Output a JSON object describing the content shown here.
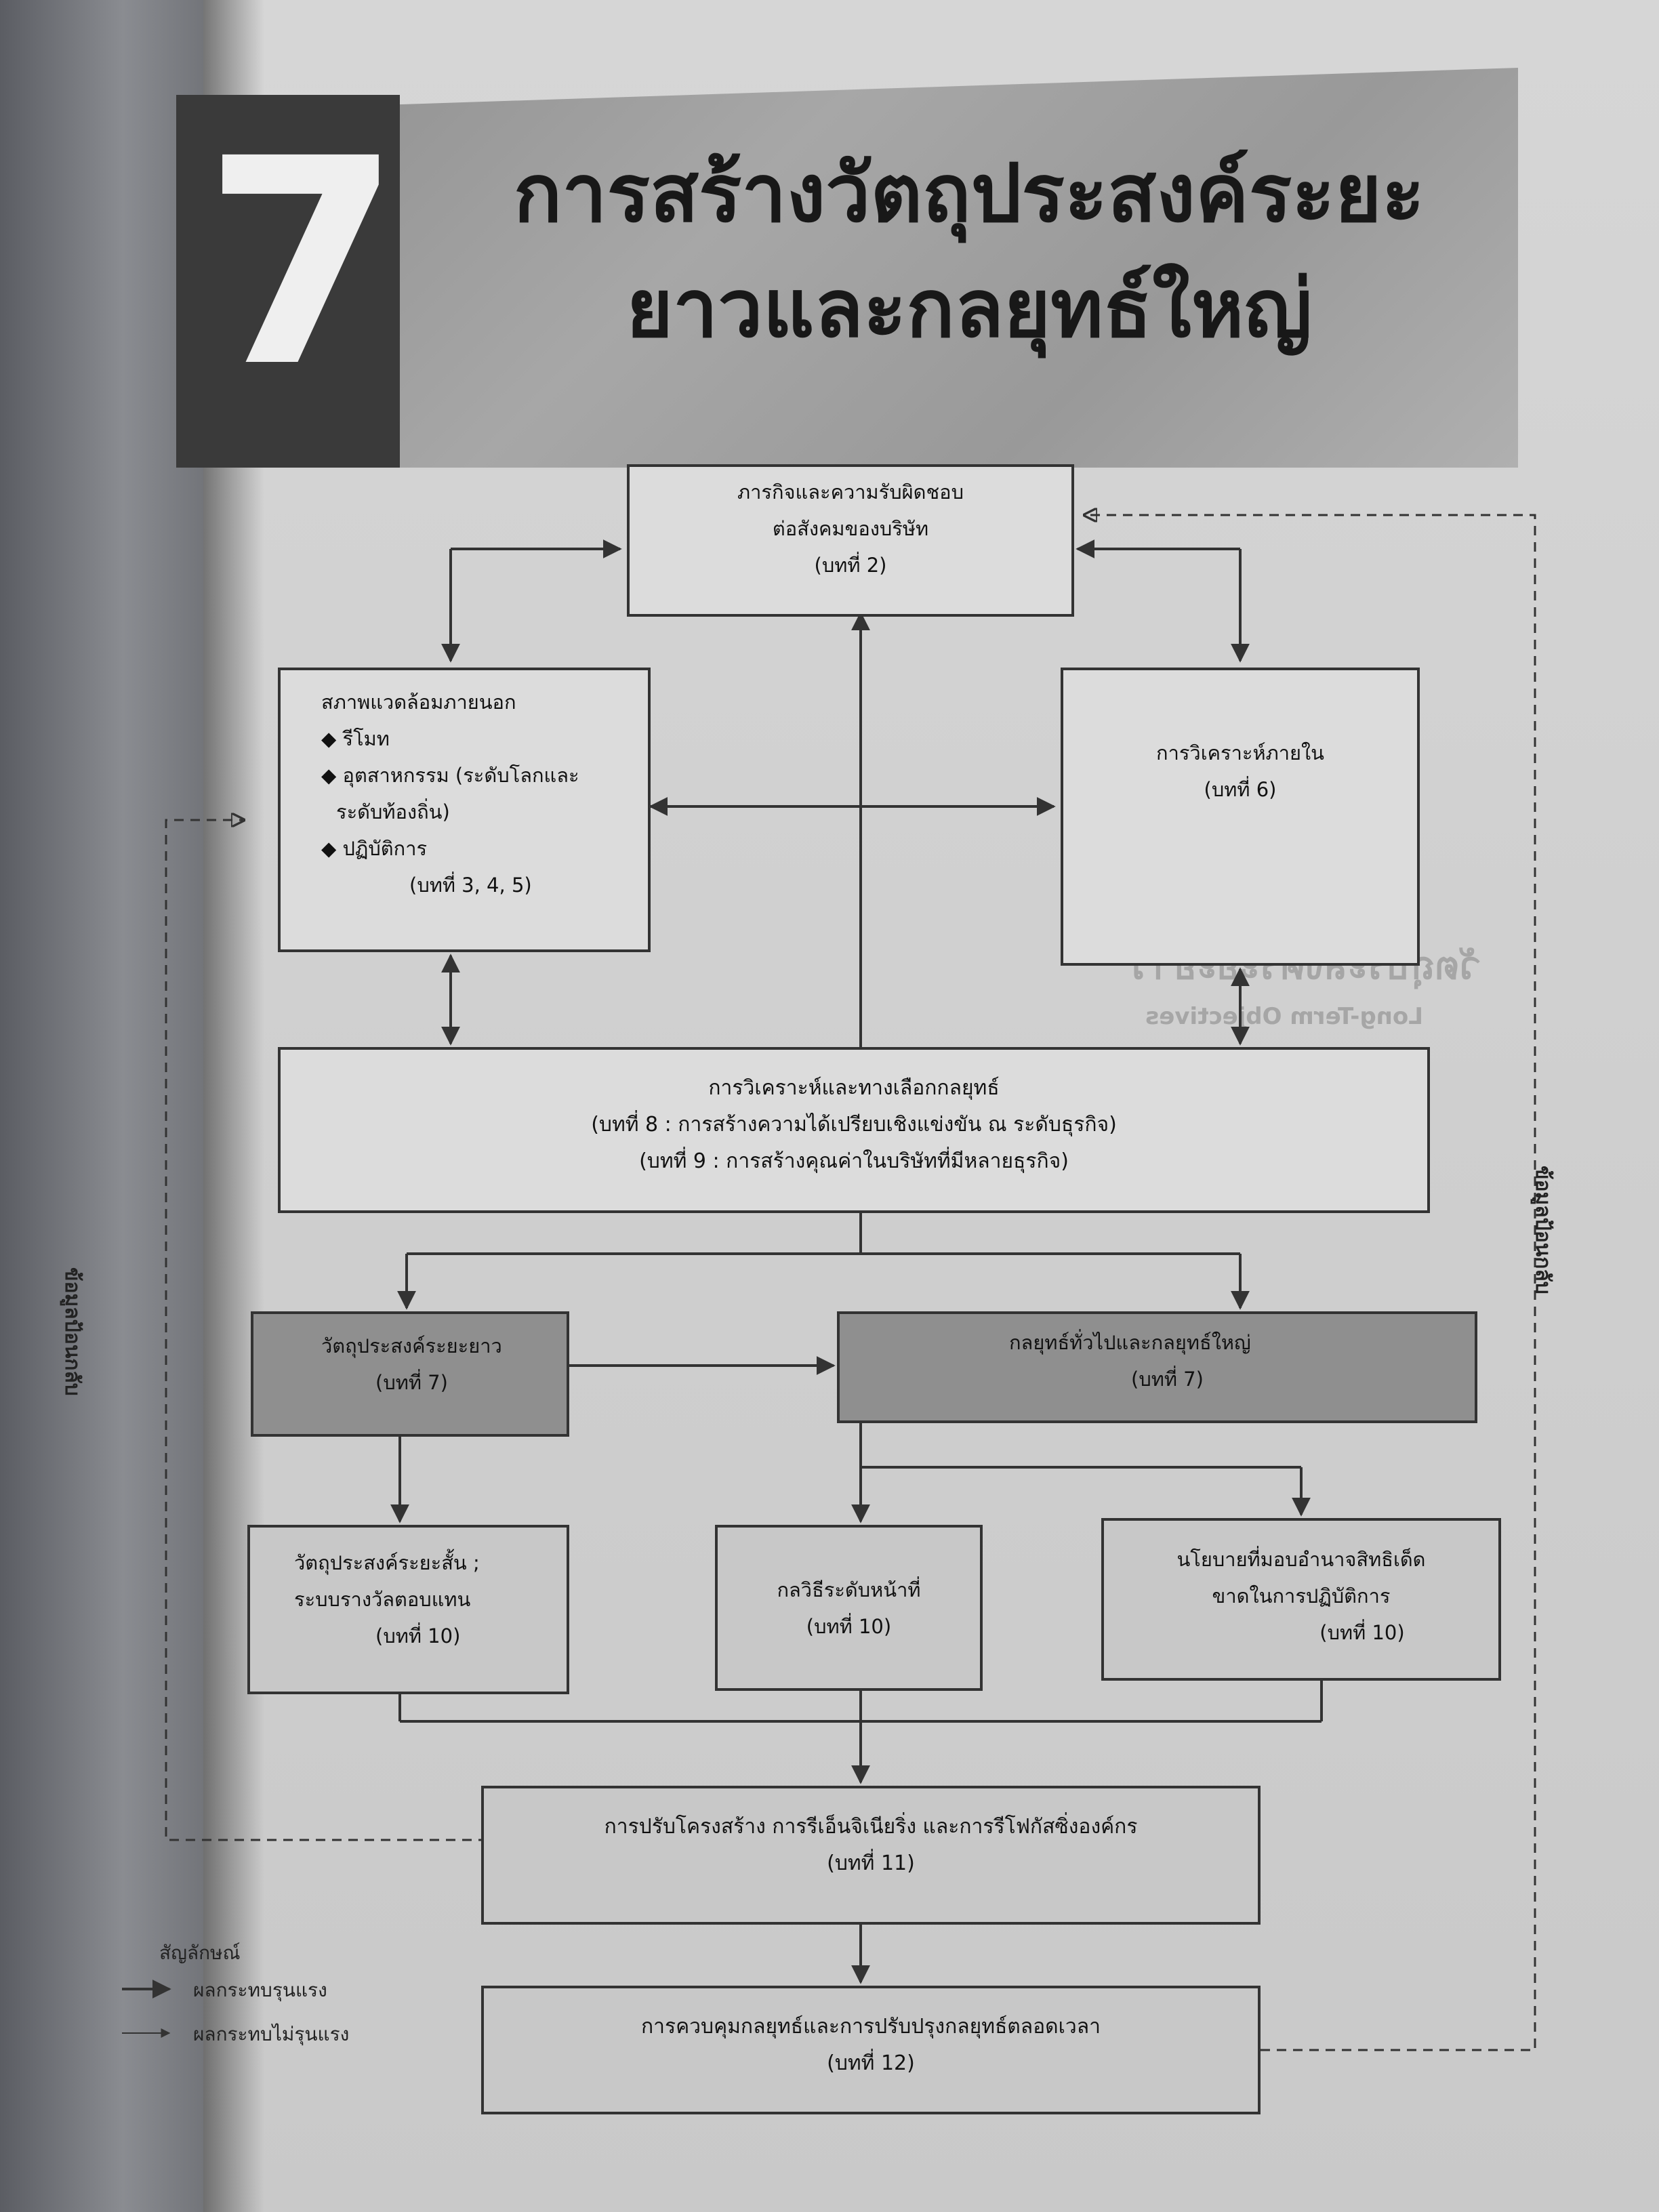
{
  "chapter": {
    "number": "7",
    "title_line1": "การสร้างวัตถุประสงค์ระยะ",
    "title_line2": "ยาวและกลยุทธ์ใหญ่"
  },
  "nodes": {
    "mission": {
      "line1": "ภารกิจและความรับผิดชอบ",
      "line2": "ต่อสังคมของบริษัท",
      "chapter": "(บทที่ 2)"
    },
    "external": {
      "title": "สภาพแวดล้อมภายนอก",
      "items": [
        "◆ รีโมท",
        "◆ อุตสาหกรรม (ระดับโลกและ",
        "ระดับท้องถิ่น)",
        "◆ ปฏิบัติการ"
      ],
      "chapter": "(บทที่  3, 4, 5)"
    },
    "internal": {
      "title": "การวิเคราะห์ภายใน",
      "chapter": "(บทที่ 6)"
    },
    "analysis": {
      "title": "การวิเคราะห์และทางเลือกกลยุทธ์",
      "line2": "(บทที่ 8 : การสร้างความได้เปรียบเชิงแข่งขัน ณ ระดับธุรกิจ)",
      "line3": "(บทที่  9 : การสร้างคุณค่าในบริษัทที่มีหลายธุรกิจ)"
    },
    "long_term": {
      "title": "วัตถุประสงค์ระยะยาว",
      "chapter": "(บทที่ 7)"
    },
    "grand_strategy": {
      "title": "กลยุทธ์ทั่วไปและกลยุทธ์ใหญ่",
      "chapter": "(บทที่ 7)"
    },
    "short_term": {
      "line1": "วัตถุประสงค์ระยะสั้น ;",
      "line2": "ระบบรางวัลตอบแทน",
      "chapter": "(บทที่ 10)"
    },
    "functional": {
      "title": "กลวิธีระดับหน้าที่",
      "chapter": "(บทที่ 10)"
    },
    "policies": {
      "line1": "นโยบายที่มอบอำนาจสิทธิเด็ด",
      "line2": "ขาดในการปฏิบัติการ",
      "chapter": "(บทที่ 10)"
    },
    "restructure": {
      "title": "การปรับโครงสร้าง การรีเอ็นจิเนียริ่ง และการรีโฟกัสซิ่งองค์กร",
      "chapter": "(บทที่ 11)"
    },
    "control": {
      "title": "การควบคุมกลยุทธ์และการปรับปรุงกลยุทธ์ตลอดเวลา",
      "chapter": "(บทที่ 12)"
    }
  },
  "feedback_label": "ข้อมูลป้อนกลับ",
  "legend": {
    "title": "สัญลักษณ์",
    "major": "ผลกระทบรุนแรง",
    "minor": "ผลกระทบไม่รุนแรง"
  },
  "background_text": {
    "heading": "วัตถุประสงค์ระยะยาว",
    "subheading": "Long-Term Objectives"
  }
}
